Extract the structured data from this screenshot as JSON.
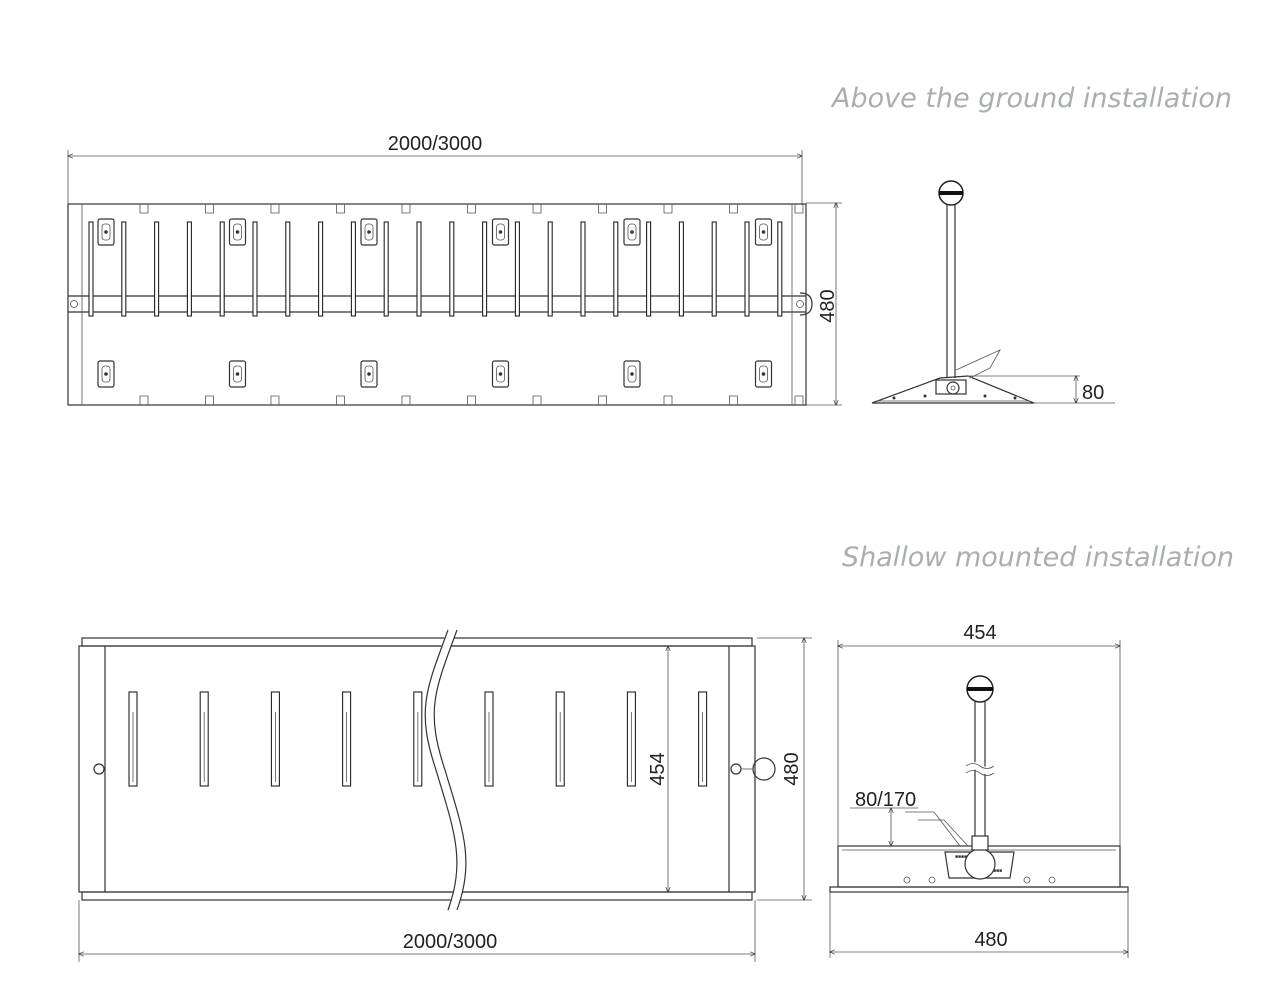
{
  "sections": {
    "above_ground": {
      "caption": "Above the ground installation",
      "length_label": "2000/3000",
      "width_label": "480",
      "height_label": "80"
    },
    "shallow_mounted": {
      "caption": "Shallow mounted installation",
      "length_label": "2000/3000",
      "inner_width_label": "454",
      "outer_width_label": "480",
      "side_top_label": "454",
      "side_bottom_label": "480",
      "depth_label": "80/170"
    }
  },
  "colors": {
    "caption": "#a9afaf",
    "lines": "#333333"
  }
}
